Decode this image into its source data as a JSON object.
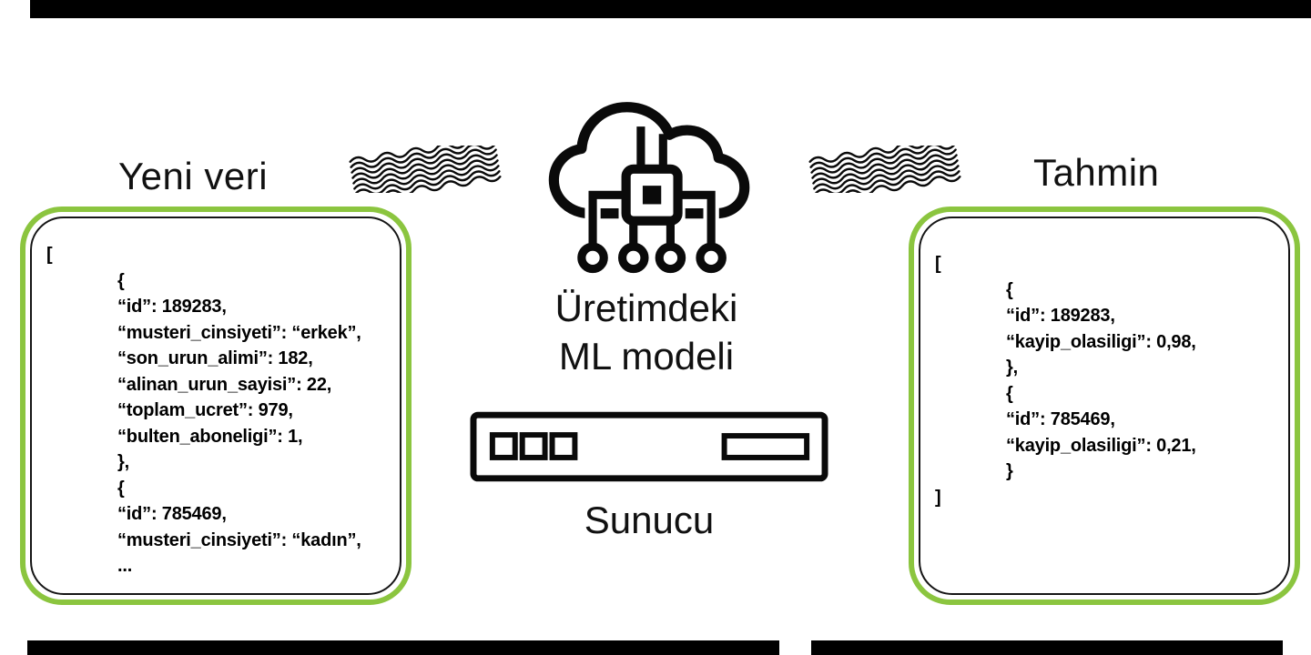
{
  "page": {
    "background": "#ffffff",
    "accent_green": "#8bc53f",
    "ink": "#0a0a0a"
  },
  "labels": {
    "left_title": "Yeni veri",
    "right_title": "Tahmin",
    "model_line1": "Üretimdeki",
    "model_line2": "ML modeli",
    "server": "Sunucu"
  },
  "icons": {
    "model": "cloud-chip-icon",
    "server": "server-icon",
    "flow_left": "wavy-signal-icon",
    "flow_right": "wavy-signal-icon"
  },
  "left_panel": {
    "code_lines": [
      {
        "text": "[",
        "indent": 0
      },
      {
        "text": "{",
        "indent": 1
      },
      {
        "text": "“id”: 189283,",
        "indent": 1
      },
      {
        "text": "“musteri_cinsiyeti”: “erkek”,",
        "indent": 1
      },
      {
        "text": "“son_urun_alimi”: 182,",
        "indent": 1
      },
      {
        "text": "“alinan_urun_sayisi”: 22,",
        "indent": 1
      },
      {
        "text": "“toplam_ucret”: 979,",
        "indent": 1
      },
      {
        "text": "“bulten_aboneligi”: 1,",
        "indent": 1
      },
      {
        "text": "},",
        "indent": 1
      },
      {
        "text": "{",
        "indent": 1
      },
      {
        "text": "“id”: 785469,",
        "indent": 1
      },
      {
        "text": "“musteri_cinsiyeti”: “kadın”,",
        "indent": 1
      },
      {
        "text": "...",
        "indent": 1
      }
    ]
  },
  "right_panel": {
    "code_lines": [
      {
        "text": "[",
        "indent": 0
      },
      {
        "text": "{",
        "indent": 1
      },
      {
        "text": "“id”: 189283,",
        "indent": 1
      },
      {
        "text": "“kayip_olasiligi”: 0,98,",
        "indent": 1
      },
      {
        "text": "},",
        "indent": 1
      },
      {
        "text": "{",
        "indent": 1
      },
      {
        "text": "“id”: 785469,",
        "indent": 1
      },
      {
        "text": "“kayip_olasiligi”: 0,21,",
        "indent": 1
      },
      {
        "text": "}",
        "indent": 1
      },
      {
        "text": "]",
        "indent": 0
      }
    ]
  }
}
